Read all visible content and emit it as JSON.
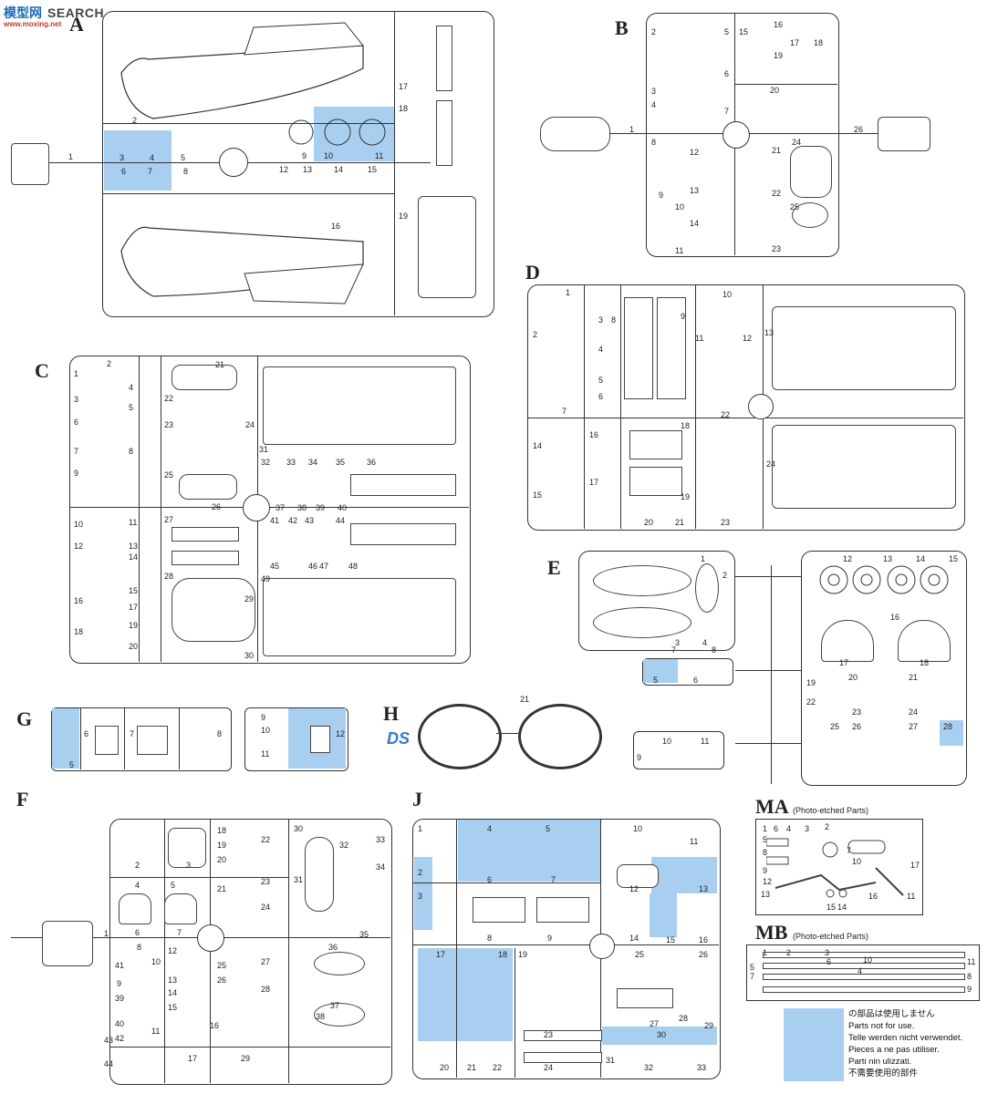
{
  "watermark": {
    "brand": "模型网",
    "search": "SEARCH",
    "url": "www.moxing.net"
  },
  "sprues": {
    "A": {
      "label": "A",
      "numbers": [
        "1",
        "2",
        "3",
        "4",
        "5",
        "6",
        "7",
        "8",
        "9",
        "10",
        "11",
        "12",
        "13",
        "14",
        "15",
        "16",
        "17",
        "18",
        "19"
      ]
    },
    "B": {
      "label": "B",
      "numbers": [
        "1",
        "2",
        "3",
        "4",
        "5",
        "6",
        "7",
        "8",
        "9",
        "10",
        "11",
        "12",
        "13",
        "14",
        "15",
        "16",
        "17",
        "18",
        "19",
        "20",
        "21",
        "22",
        "23",
        "24",
        "25",
        "26"
      ]
    },
    "C": {
      "label": "C",
      "numbers": [
        "1",
        "2",
        "3",
        "4",
        "5",
        "6",
        "7",
        "8",
        "9",
        "10",
        "11",
        "12",
        "13",
        "14",
        "15",
        "16",
        "17",
        "18",
        "19",
        "20",
        "21",
        "22",
        "23",
        "24",
        "25",
        "26",
        "27",
        "28",
        "29",
        "30",
        "31",
        "32",
        "33",
        "34",
        "35",
        "36",
        "37",
        "38",
        "39",
        "40",
        "41",
        "42",
        "43",
        "44",
        "45",
        "46",
        "47",
        "48",
        "49"
      ]
    },
    "D": {
      "label": "D",
      "numbers": [
        "1",
        "2",
        "3",
        "4",
        "5",
        "6",
        "7",
        "8",
        "9",
        "10",
        "11",
        "12",
        "13",
        "14",
        "15",
        "16",
        "17",
        "18",
        "19",
        "20",
        "21",
        "22",
        "23",
        "24"
      ]
    },
    "E": {
      "label": "E",
      "numbers": [
        "1",
        "2",
        "3",
        "4",
        "5",
        "6",
        "7",
        "8",
        "9",
        "10",
        "11",
        "12",
        "13",
        "14",
        "15",
        "16",
        "17",
        "18",
        "19",
        "20",
        "21",
        "22",
        "23",
        "24",
        "25",
        "26",
        "27",
        "28"
      ]
    },
    "G": {
      "label": "G",
      "numbers": [
        "5",
        "6",
        "7",
        "8",
        "9",
        "10",
        "11",
        "12"
      ]
    },
    "H": {
      "label": "H",
      "numbers": [
        "21"
      ],
      "stamp": "DS"
    },
    "F": {
      "label": "F",
      "numbers": [
        "1",
        "2",
        "3",
        "4",
        "5",
        "6",
        "7",
        "8",
        "9",
        "10",
        "11",
        "12",
        "13",
        "14",
        "15",
        "16",
        "17",
        "18",
        "19",
        "20",
        "21",
        "22",
        "23",
        "24",
        "25",
        "26",
        "27",
        "28",
        "29",
        "30",
        "31",
        "32",
        "33",
        "34",
        "35",
        "36",
        "37",
        "38",
        "39",
        "40",
        "41",
        "42",
        "43",
        "44"
      ]
    },
    "J": {
      "label": "J",
      "numbers": [
        "1",
        "2",
        "3",
        "4",
        "5",
        "6",
        "7",
        "8",
        "9",
        "10",
        "11",
        "12",
        "13",
        "14",
        "15",
        "16",
        "17",
        "18",
        "19",
        "20",
        "21",
        "22",
        "23",
        "24",
        "25",
        "26",
        "27",
        "28",
        "29",
        "30",
        "31",
        "32",
        "33"
      ]
    },
    "MA": {
      "label": "MA",
      "sub": "(Photo-etched Parts)",
      "numbers": [
        "1",
        "2",
        "3",
        "4",
        "5",
        "6",
        "7",
        "8",
        "9",
        "10",
        "11",
        "12",
        "13",
        "14",
        "15",
        "16",
        "17"
      ]
    },
    "MB": {
      "label": "MB",
      "sub": "(Photo-etched Parts)",
      "numbers": [
        "1",
        "2",
        "3",
        "4",
        "5",
        "6",
        "7",
        "8",
        "9",
        "10",
        "11"
      ]
    }
  },
  "legend": {
    "lines": [
      "の部品は使用しません",
      "Parts not for use.",
      "Telle werden nicht verwendet.",
      "Pieces a ne pas utiliser.",
      "Parti nin ulizzati.",
      "不需要使用的部件"
    ],
    "highlight_color": "#a9cff0"
  }
}
